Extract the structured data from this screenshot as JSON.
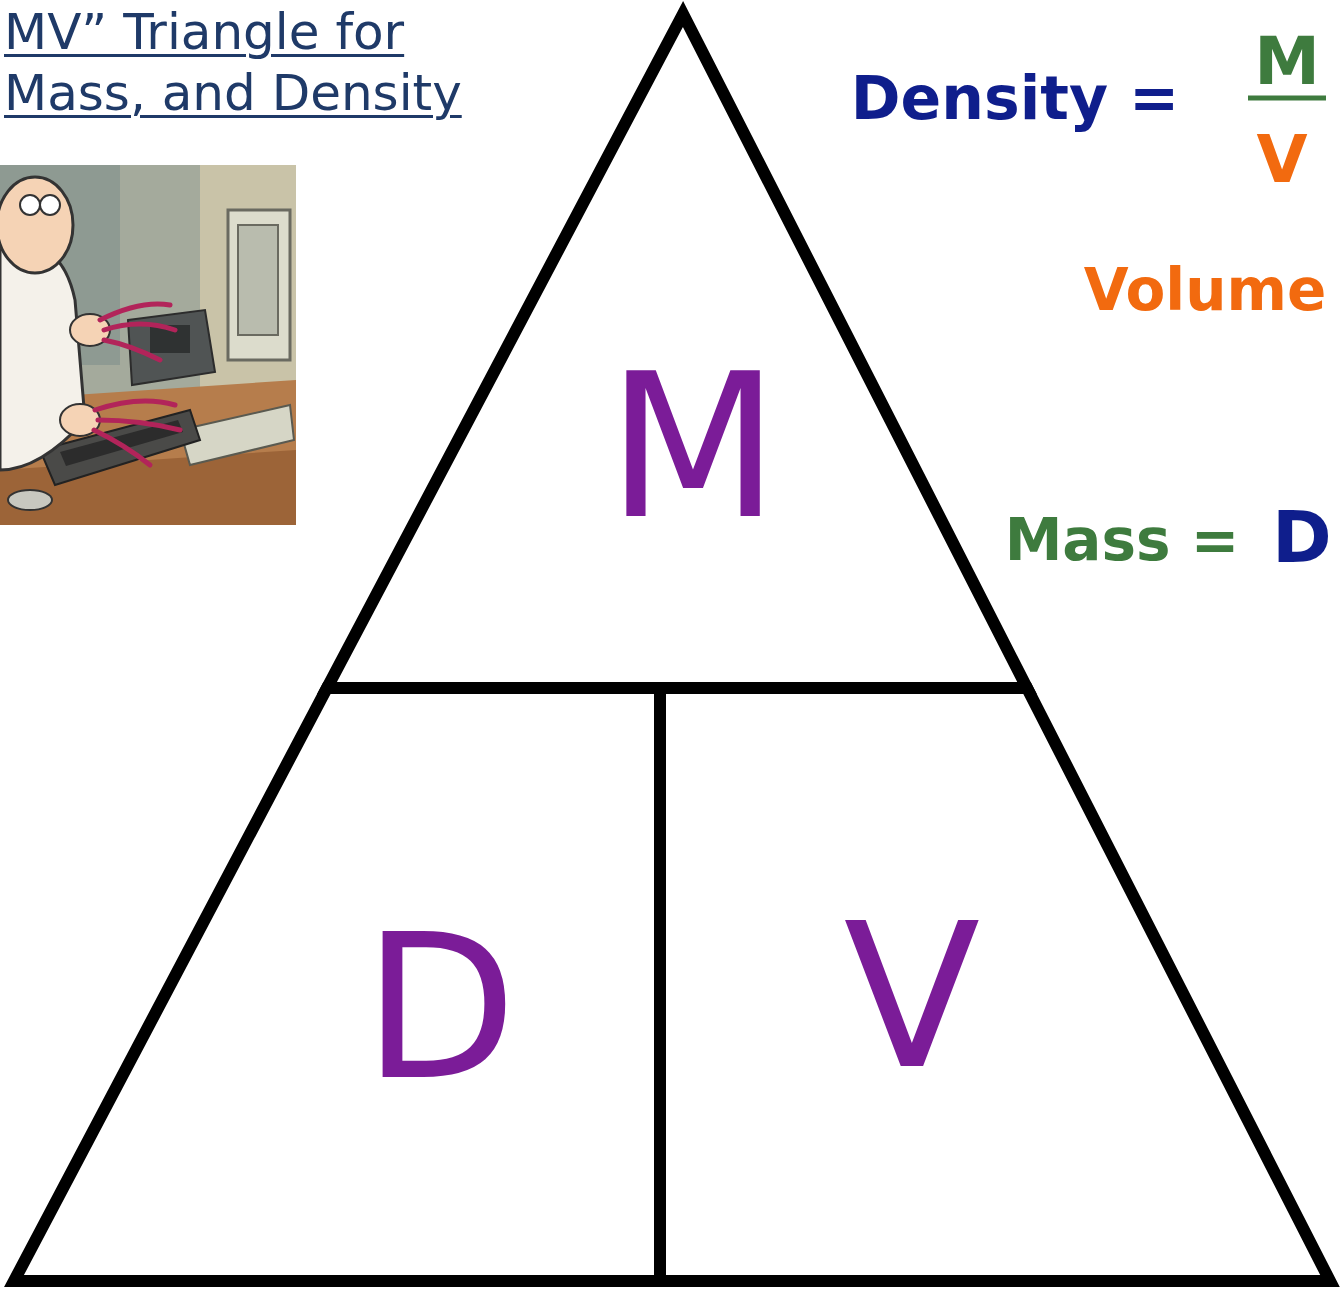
{
  "diagram": {
    "title": "MV” Triangle for Mass, and Density",
    "nodes": [
      {
        "text": [
          "M"
        ]
      },
      {
        "text": [
          "D"
        ]
      },
      {
        "text": [
          "V"
        ]
      }
    ],
    "labels": [
      "Density =",
      "M",
      "V",
      "Volume",
      "Mass =",
      "D"
    ]
  }
}
